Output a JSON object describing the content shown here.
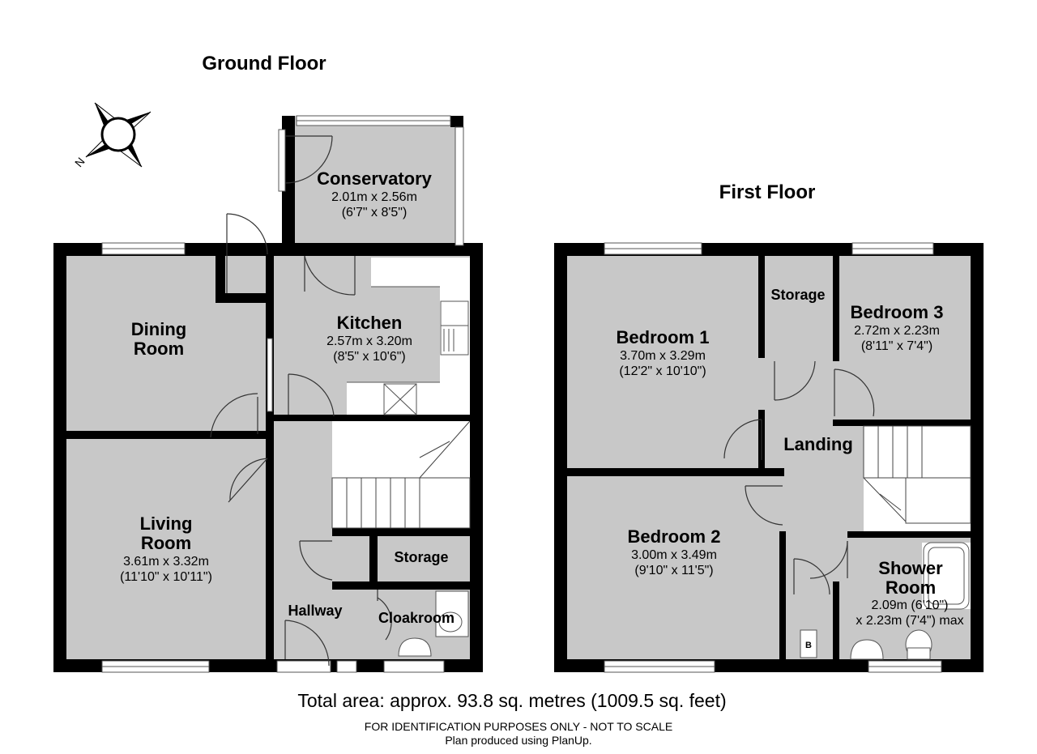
{
  "ground_floor": {
    "title": "Ground Floor",
    "rooms": {
      "conservatory": {
        "name": "Conservatory",
        "metric": "2.01m x 2.56m",
        "imperial": "(6'7\" x 8'5\")"
      },
      "dining_room": {
        "name_line1": "Dining",
        "name_line2": "Room"
      },
      "kitchen": {
        "name": "Kitchen",
        "metric": "2.57m x 3.20m",
        "imperial": "(8'5\" x 10'6\")"
      },
      "living_room": {
        "name_line1": "Living",
        "name_line2": "Room",
        "metric": "3.61m x 3.32m",
        "imperial": "(11'10\" x 10'11\")"
      },
      "storage": {
        "name": "Storage"
      },
      "hallway": {
        "name": "Hallway"
      },
      "cloakroom": {
        "name": "Cloakroom"
      }
    }
  },
  "first_floor": {
    "title": "First Floor",
    "rooms": {
      "bedroom1": {
        "name": "Bedroom 1",
        "metric": "3.70m x 3.29m",
        "imperial": "(12'2\" x 10'10\")"
      },
      "storage": {
        "name": "Storage"
      },
      "bedroom3": {
        "name": "Bedroom 3",
        "metric": "2.72m x 2.23m",
        "imperial": "(8'11\" x 7'4\")"
      },
      "landing": {
        "name": "Landing"
      },
      "bedroom2": {
        "name": "Bedroom 2",
        "metric": "3.00m x 3.49m",
        "imperial": "(9'10\" x 11'5\")"
      },
      "shower_room": {
        "name_line1": "Shower",
        "name_line2": "Room",
        "dim_line1": "2.09m (6'10\")",
        "dim_line2": "x 2.23m (7'4\") max"
      },
      "boiler": {
        "label": "B"
      }
    }
  },
  "compass": {
    "label": "N"
  },
  "footer": {
    "total_area": "Total area: approx. 93.8 sq. metres (1009.5 sq. feet)",
    "disclaimer": "FOR IDENTIFICATION PURPOSES ONLY - NOT TO SCALE",
    "credit": "Plan produced using PlanUp."
  },
  "colors": {
    "wall": "#000000",
    "floor": "#c8c8c8",
    "background": "#ffffff"
  }
}
